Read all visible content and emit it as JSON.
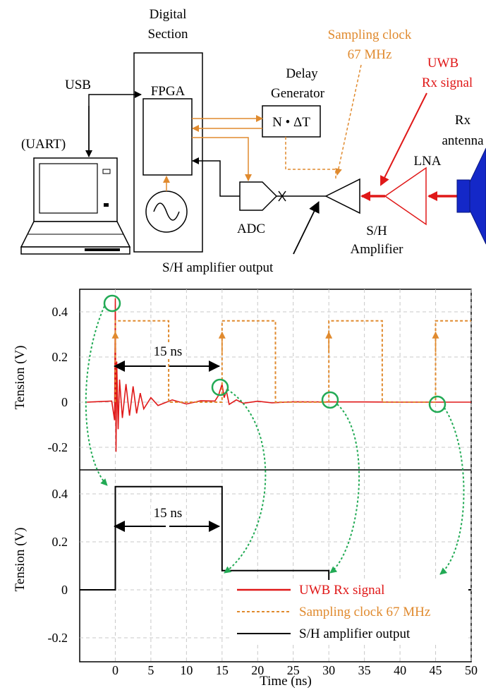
{
  "diagram": {
    "digital_section": [
      "Digital",
      "Section"
    ],
    "fpga": "FPGA",
    "usb": "USB",
    "uart": "(UART)",
    "delay_generator": [
      "Delay",
      "Generator"
    ],
    "delay_box": "N • ΔT",
    "sampling_clock": [
      "Sampling clock",
      "67 MHz"
    ],
    "uwb_rx_signal": [
      "UWB",
      "Rx signal"
    ],
    "rx_antenna": [
      "Rx",
      "antenna"
    ],
    "lna": "LNA",
    "adc": "ADC",
    "sh_amplifier": [
      "S/H",
      "Amplifier"
    ],
    "sh_output": "S/H amplifier output"
  },
  "colors": {
    "uwb": "#e01818",
    "clock": "#e08a2e",
    "sh_output": "#000000",
    "marker": "#22aa55",
    "antenna": "#1428c8"
  },
  "chart_data": [
    {
      "type": "line",
      "title": "",
      "ylabel": "Tension (V)",
      "xlim": [
        -5,
        50
      ],
      "ylim": [
        -0.3,
        0.5
      ],
      "yticks": [
        "0.4",
        "0.2",
        "0",
        "-0.2"
      ],
      "series": [
        {
          "name": "UWB Rx signal",
          "x": [
            -4,
            -0.5,
            -0.1,
            0,
            0.1,
            0.2,
            0.4,
            0.6,
            1,
            1.5,
            2,
            2.5,
            3,
            3.5,
            4,
            5,
            6,
            8,
            10,
            12,
            14,
            14.5,
            15,
            15.3,
            15.6,
            16,
            17,
            18,
            20,
            22,
            25,
            30,
            35,
            40,
            45,
            50
          ],
          "y": [
            0,
            0.005,
            -0.08,
            0.46,
            -0.22,
            0.18,
            -0.12,
            0.1,
            -0.07,
            0.08,
            -0.06,
            0.07,
            -0.05,
            0.04,
            -0.03,
            0.02,
            -0.015,
            0.01,
            -0.008,
            0.006,
            0.005,
            0.03,
            0.08,
            0.02,
            0.05,
            -0.01,
            0.01,
            -0.005,
            0.004,
            -0.003,
            0.002,
            0.001,
            0.001,
            0,
            0,
            0
          ]
        },
        {
          "name": "Sampling clock 67 MHz",
          "x": [
            0,
            0,
            7.5,
            7.5,
            15,
            15,
            22.5,
            22.5,
            30,
            30,
            37.5,
            37.5,
            45,
            45,
            50
          ],
          "y": [
            0,
            0.36,
            0.36,
            0,
            0,
            0.36,
            0.36,
            0,
            0,
            0.36,
            0.36,
            0,
            0,
            0.36,
            0.36
          ]
        }
      ],
      "annotations": [
        "15 ns"
      ]
    },
    {
      "type": "line",
      "xlabel": "Time (ns)",
      "ylabel": "Tension (V)",
      "xlim": [
        -5,
        50
      ],
      "ylim": [
        -0.3,
        0.5
      ],
      "xticks": [
        "0",
        "5",
        "10",
        "15",
        "20",
        "25",
        "30",
        "35",
        "40",
        "45",
        "50"
      ],
      "yticks": [
        "0.4",
        "0.2",
        "0",
        "-0.2"
      ],
      "series": [
        {
          "name": "S/H amplifier output",
          "x": [
            -5,
            0,
            0,
            15,
            15,
            30,
            30,
            50
          ],
          "y": [
            0,
            0,
            0.43,
            0.43,
            0.08,
            0.08,
            0,
            0
          ]
        }
      ],
      "annotations": [
        "15 ns"
      ],
      "legend": {
        "position": "bottom-right",
        "entries": [
          "UWB Rx signal",
          "Sampling clock 67 MHz",
          "S/H amplifier output"
        ]
      }
    }
  ]
}
